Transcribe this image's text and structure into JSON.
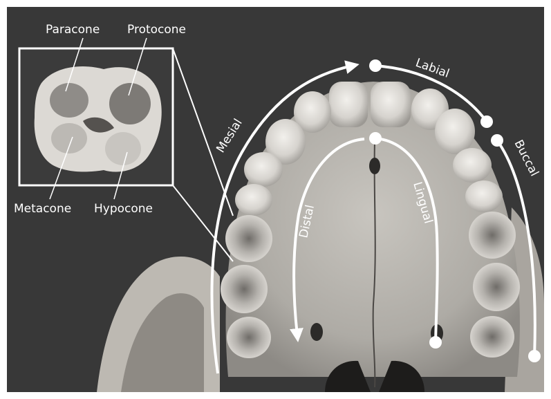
{
  "labels": {
    "paracone": "Paracone",
    "protocone": "Protocone",
    "metacone": "Metacone",
    "hypocone": "Hypocone",
    "mesial": "Mesial",
    "labial": "Labial",
    "buccal": "Buccal",
    "distal": "Distal",
    "lingual": "Lingual"
  },
  "colors": {
    "background": "#3a3a3a",
    "bone": "#c9c6c0",
    "annotation": "#ffffff"
  }
}
